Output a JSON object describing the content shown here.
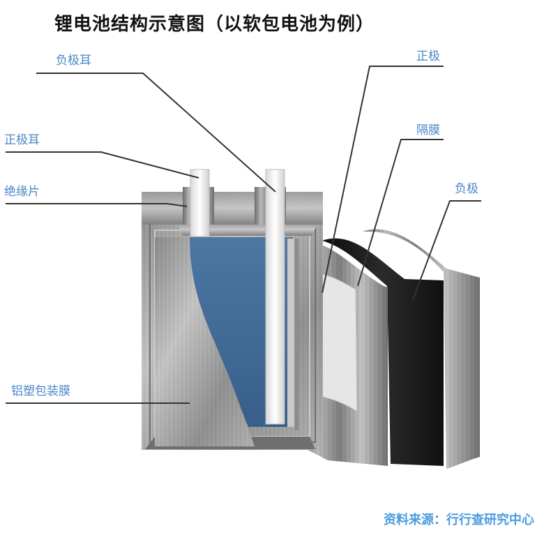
{
  "title": "锂电池结构示意图（以软包电池为例）",
  "labels": {
    "neg_tab": "负极耳",
    "pos_tab": "正极耳",
    "insulator": "绝缘片",
    "pouch": "铝塑包装膜",
    "cathode": "正极",
    "separator": "隔膜",
    "anode": "负极"
  },
  "source": "资料来源：行行查研究中心",
  "colors": {
    "label": "#4a86c8",
    "source": "#4a9be0",
    "electrode_blue": "#3f6a96",
    "anode_black": "#161616",
    "separator_white": "#e6e6e6",
    "metal": "#8f8f8f"
  }
}
